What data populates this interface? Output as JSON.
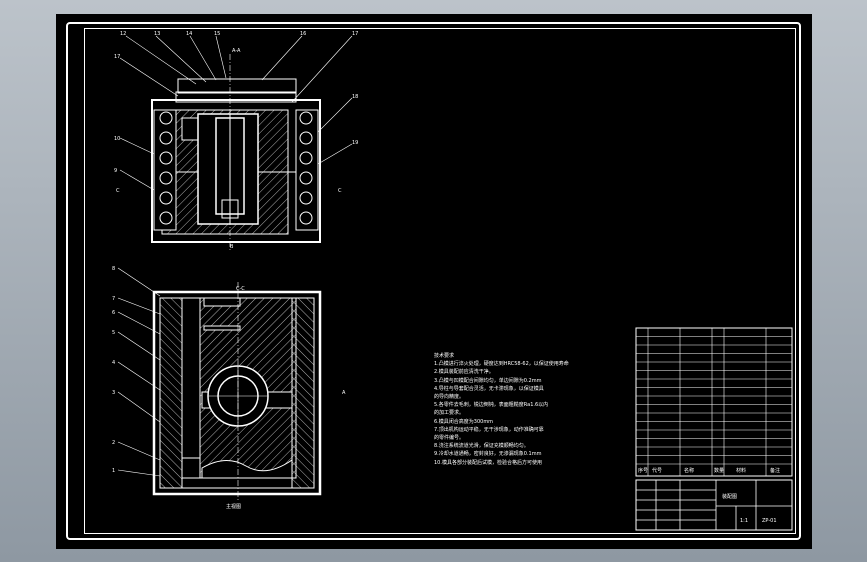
{
  "drawing": {
    "sheet_bg": "#000000",
    "line_color": "#ffffff",
    "frame_bg": "#8e98a2",
    "top_view": {
      "callouts_top": [
        "12",
        "13",
        "14",
        "15",
        "A-A",
        "16",
        "17"
      ],
      "callouts_left": [
        "17",
        "10",
        "9"
      ],
      "callouts_right": [
        "18",
        "19"
      ],
      "section_marks": [
        "C",
        "C",
        "B"
      ]
    },
    "bottom_view": {
      "title": "C-C",
      "callouts_left": [
        "8",
        "7",
        "6",
        "5",
        "4",
        "3",
        "2",
        "1"
      ],
      "section_mark": "A",
      "caption": "主视图"
    },
    "notes": {
      "heading": "技术要求",
      "lines": [
        "1.凸模进行淬火处理，硬度达到HRC58-62，以保证使用寿命",
        "2.模具装配前应清洗干净。",
        "3.凸模与凹模配合间隙均匀，单边间隙为0.2mm",
        "4.导柱与导套配合灵活，无卡滞现象，以保证模具",
        "  的导向精度。",
        "5.各零件去毛刺，锐边倒钝，表面粗糙度Ra1.6以内",
        "  的加工要求。",
        "6.模具闭合高度为300mm",
        "7.顶出机构运动平稳，无干涉现象，动作准确可靠",
        "  的零件编号。",
        "8.浇注系统流道光滑，保证充模顺畅均匀。",
        "9.冷却水道通畅，密封良好，无渗漏现象0.1mm",
        "10.模具各部分装配后试模，检验合格后方可使用"
      ]
    },
    "parts_table": {
      "header": [
        "序号",
        "代号",
        "名称",
        "数量",
        "材料",
        "备注"
      ],
      "row_count": 16
    },
    "title_block": {
      "project": "装配图",
      "drawing_no": "ZP-01",
      "scale": "1:1"
    }
  }
}
